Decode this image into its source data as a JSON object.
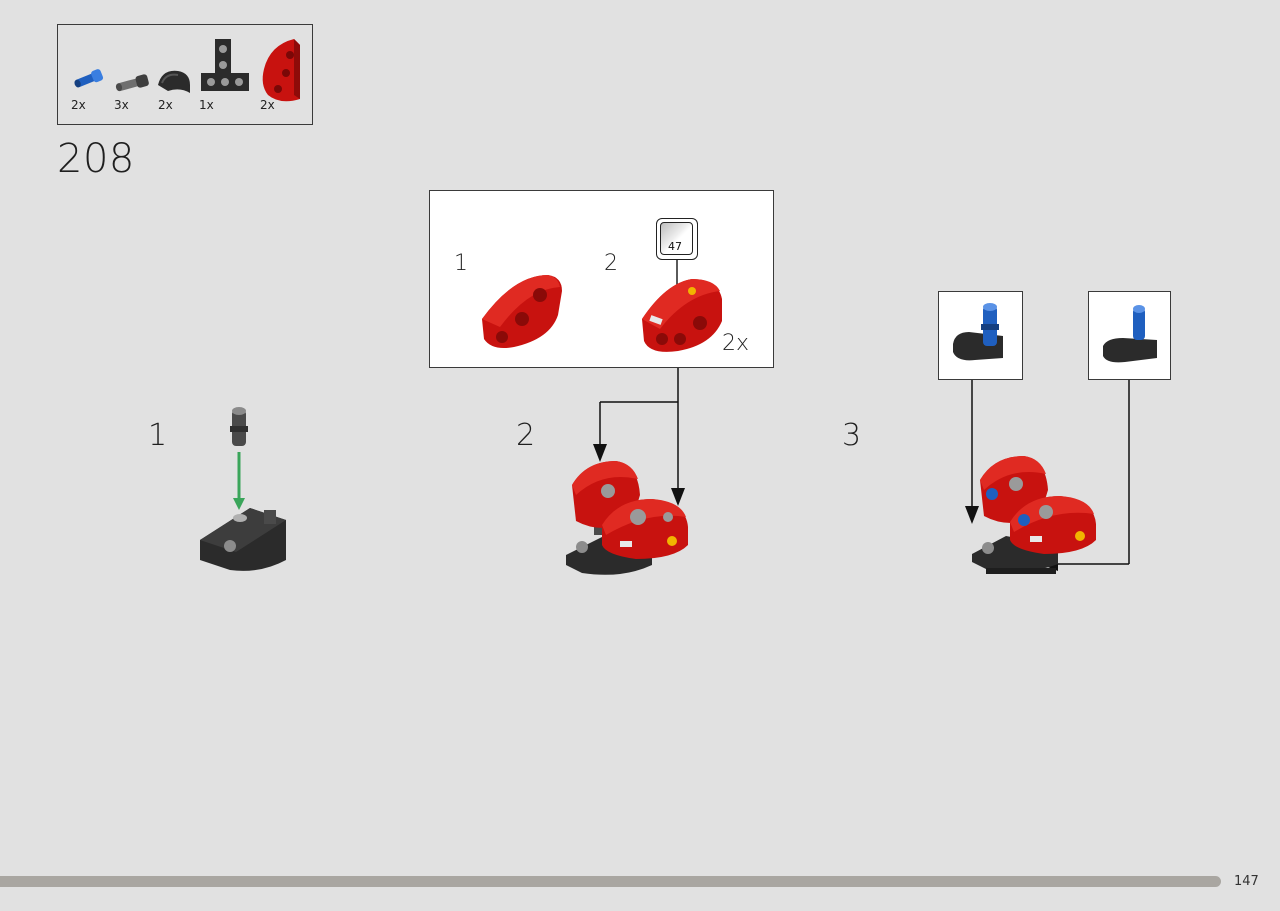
{
  "parts_list": {
    "items": [
      {
        "name": "blue-axle-pin",
        "qty": "2x",
        "color": "#1f5fbf"
      },
      {
        "name": "gray-pin",
        "qty": "3x",
        "color": "#6f6f6f"
      },
      {
        "name": "black-curved-panel",
        "qty": "2x",
        "color": "#2b2b2b"
      },
      {
        "name": "black-t-beam",
        "qty": "1x",
        "color": "#2b2b2b"
      },
      {
        "name": "red-panel",
        "qty": "2x",
        "color": "#c8120f"
      }
    ]
  },
  "step": {
    "number": "208"
  },
  "substeps": [
    {
      "number": "1"
    },
    {
      "number": "2"
    },
    {
      "number": "3"
    }
  ],
  "inset": {
    "items": [
      {
        "number": "1"
      },
      {
        "number": "2",
        "sticker_number": "47",
        "multiplier": "2x"
      }
    ]
  },
  "colors": {
    "red": "#c8120f",
    "dark": "#2b2b2b",
    "blue": "#1f5fbf",
    "green_arrow": "#3aa55a",
    "background": "#e1e1e1"
  },
  "footer": {
    "page_number": "147"
  }
}
